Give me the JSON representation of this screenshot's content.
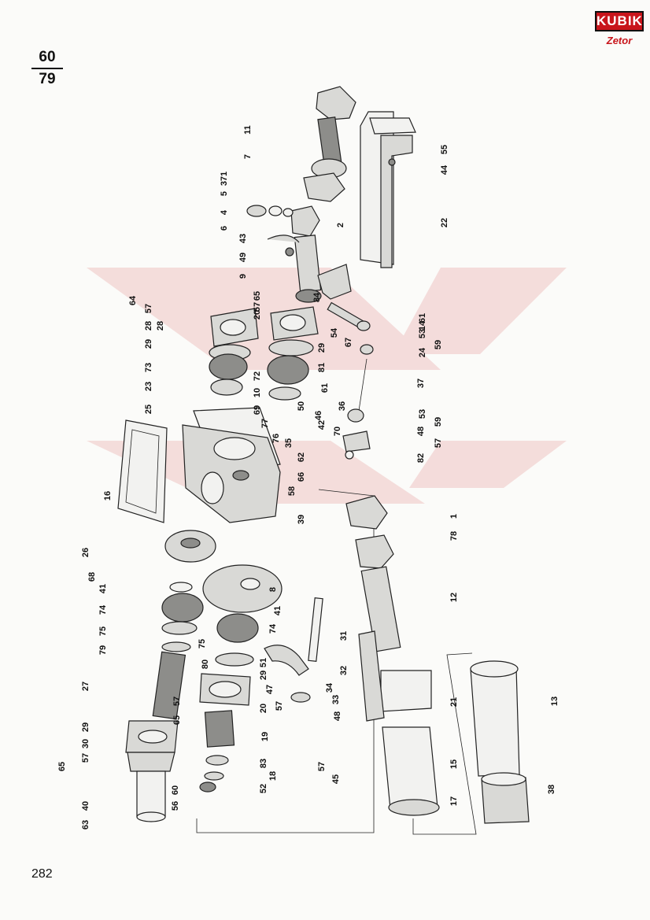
{
  "header": {
    "fraction_top": "60",
    "fraction_bottom": "79"
  },
  "logo": {
    "word": "KUBIK",
    "sub": "Zetor"
  },
  "page_number": "282",
  "colors": {
    "brand": "#c8151b",
    "ink": "#111111",
    "paper": "#fbfbf9"
  },
  "labels": [
    {
      "text": "11"
    },
    {
      "text": "7"
    },
    {
      "text": "71"
    },
    {
      "text": "3"
    },
    {
      "text": "5"
    },
    {
      "text": "4"
    },
    {
      "text": "6"
    },
    {
      "text": "2"
    },
    {
      "text": "43"
    },
    {
      "text": "49"
    },
    {
      "text": "9"
    },
    {
      "text": "55"
    },
    {
      "text": "44"
    },
    {
      "text": "22"
    },
    {
      "text": "64"
    },
    {
      "text": "57"
    },
    {
      "text": "65"
    },
    {
      "text": "57"
    },
    {
      "text": "20"
    },
    {
      "text": "84"
    },
    {
      "text": "28"
    },
    {
      "text": "28"
    },
    {
      "text": "61"
    },
    {
      "text": "14"
    },
    {
      "text": "54"
    },
    {
      "text": "67"
    },
    {
      "text": "53"
    },
    {
      "text": "59"
    },
    {
      "text": "24"
    },
    {
      "text": "29"
    },
    {
      "text": "29"
    },
    {
      "text": "73"
    },
    {
      "text": "72"
    },
    {
      "text": "81"
    },
    {
      "text": "23"
    },
    {
      "text": "10"
    },
    {
      "text": "61"
    },
    {
      "text": "37"
    },
    {
      "text": "69"
    },
    {
      "text": "50"
    },
    {
      "text": "46"
    },
    {
      "text": "36"
    },
    {
      "text": "53"
    },
    {
      "text": "25"
    },
    {
      "text": "77"
    },
    {
      "text": "42"
    },
    {
      "text": "70"
    },
    {
      "text": "59"
    },
    {
      "text": "76"
    },
    {
      "text": "48"
    },
    {
      "text": "35"
    },
    {
      "text": "57"
    },
    {
      "text": "62"
    },
    {
      "text": "82"
    },
    {
      "text": "66"
    },
    {
      "text": "58"
    },
    {
      "text": "16"
    },
    {
      "text": "39"
    },
    {
      "text": "1"
    },
    {
      "text": "78"
    },
    {
      "text": "26"
    },
    {
      "text": "68"
    },
    {
      "text": "41"
    },
    {
      "text": "8"
    },
    {
      "text": "74"
    },
    {
      "text": "41"
    },
    {
      "text": "12"
    },
    {
      "text": "75"
    },
    {
      "text": "74"
    },
    {
      "text": "31"
    },
    {
      "text": "79"
    },
    {
      "text": "75"
    },
    {
      "text": "80"
    },
    {
      "text": "29"
    },
    {
      "text": "51"
    },
    {
      "text": "32"
    },
    {
      "text": "27"
    },
    {
      "text": "47"
    },
    {
      "text": "34"
    },
    {
      "text": "57"
    },
    {
      "text": "33"
    },
    {
      "text": "48"
    },
    {
      "text": "57"
    },
    {
      "text": "65"
    },
    {
      "text": "20"
    },
    {
      "text": "21"
    },
    {
      "text": "13"
    },
    {
      "text": "29"
    },
    {
      "text": "30"
    },
    {
      "text": "19"
    },
    {
      "text": "57"
    },
    {
      "text": "65"
    },
    {
      "text": "83"
    },
    {
      "text": "18"
    },
    {
      "text": "57"
    },
    {
      "text": "15"
    },
    {
      "text": "45"
    },
    {
      "text": "60"
    },
    {
      "text": "52"
    },
    {
      "text": "38"
    },
    {
      "text": "40"
    },
    {
      "text": "56"
    },
    {
      "text": "17"
    },
    {
      "text": "63"
    }
  ]
}
